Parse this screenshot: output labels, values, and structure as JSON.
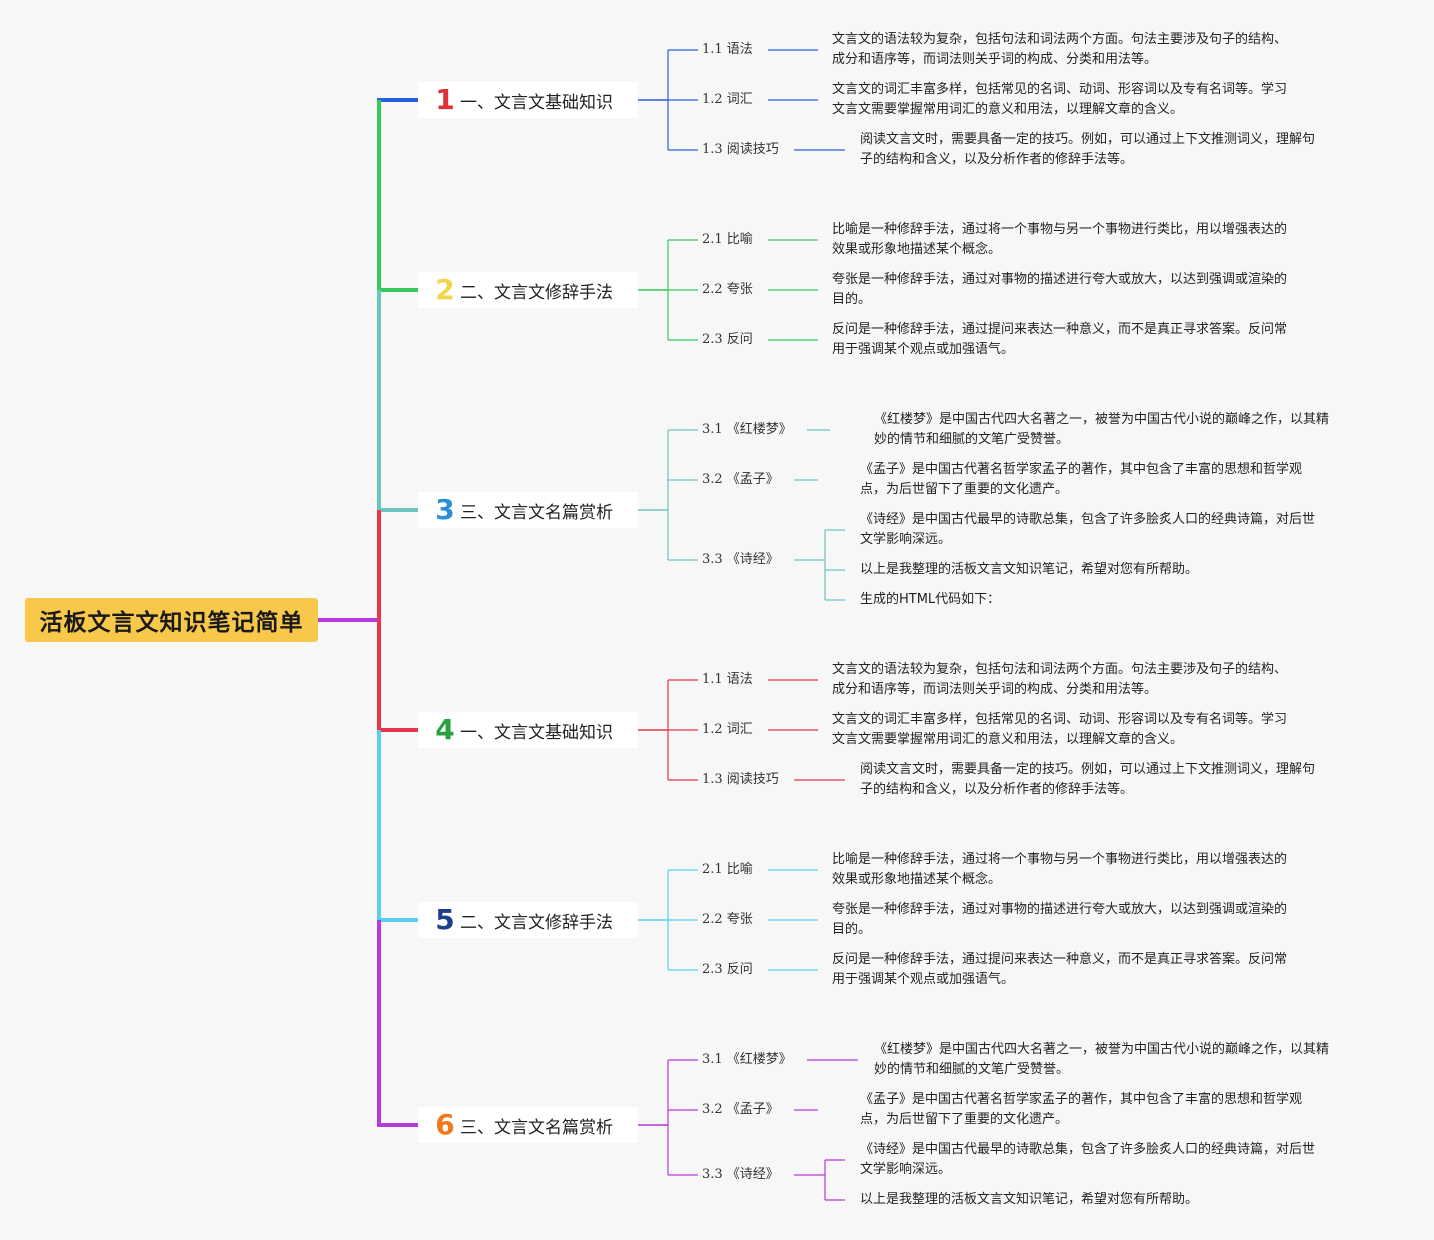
{
  "root": {
    "title": "活板文言文知识笔记简单"
  },
  "branches": [
    {
      "number": "1",
      "numColor": "#e0303a",
      "lineColor": "#2a5fdc",
      "label": "一、文言文基础知识",
      "items": [
        {
          "label": "1.1 语法",
          "desc": [
            "文言文的语法较为复杂，包括句法和词法两个方面。句法主要涉及句子的结构、",
            "成分和语序等，而词法则关乎词的构成、分类和用法等。"
          ]
        },
        {
          "label": "1.2 词汇",
          "desc": [
            "文言文的词汇丰富多样，包括常见的名词、动词、形容词以及专有名词等。学习",
            "文言文需要掌握常用词汇的意义和用法，以理解文章的含义。"
          ]
        },
        {
          "label": "1.3 阅读技巧",
          "desc": [
            "阅读文言文时，需要具备一定的技巧。例如，可以通过上下文推测词义，理解句",
            "子的结构和含义，以及分析作者的修辞手法等。"
          ]
        }
      ]
    },
    {
      "number": "2",
      "numColor": "#f2d54b",
      "lineColor": "#36c95a",
      "label": "二、文言文修辞手法",
      "items": [
        {
          "label": "2.1 比喻",
          "desc": [
            "比喻是一种修辞手法，通过将一个事物与另一个事物进行类比，用以增强表达的",
            "效果或形象地描述某个概念。"
          ]
        },
        {
          "label": "2.2 夸张",
          "desc": [
            "夸张是一种修辞手法，通过对事物的描述进行夸大或放大，以达到强调或渲染的",
            "目的。"
          ]
        },
        {
          "label": "2.3 反问",
          "desc": [
            "反问是一种修辞手法，通过提问来表达一种意义，而不是真正寻求答案。反问常",
            "用于强调某个观点或加强语气。"
          ]
        }
      ]
    },
    {
      "number": "3",
      "numColor": "#2b8fd6",
      "lineColor": "#6ec4c0",
      "label": "三、文言文名篇赏析",
      "items": [
        {
          "label": "3.1 《红楼梦》",
          "desc": [
            "《红楼梦》是中国古代四大名著之一，被誉为中国古代小说的巅峰之作，以其精",
            "妙的情节和细腻的文笔广受赞誉。"
          ]
        },
        {
          "label": "3.2 《孟子》",
          "desc": [
            "《孟子》是中国古代著名哲学家孟子的著作，其中包含了丰富的思想和哲学观",
            "点，为后世留下了重要的文化遗产。"
          ]
        },
        {
          "label": "3.3 《诗经》",
          "children": [
            [
              "《诗经》是中国古代最早的诗歌总集，包含了许多脍炙人口的经典诗篇，对后世",
              "文学影响深远。"
            ],
            [
              "以上是我整理的活板文言文知识笔记，希望对您有所帮助。"
            ],
            [
              "生成的HTML代码如下："
            ]
          ]
        }
      ]
    },
    {
      "number": "4",
      "numColor": "#26a33c",
      "lineColor": "#e8344c",
      "label": "一、文言文基础知识",
      "items": [
        {
          "label": "1.1 语法",
          "desc": [
            "文言文的语法较为复杂，包括句法和词法两个方面。句法主要涉及句子的结构、",
            "成分和语序等，而词法则关乎词的构成、分类和用法等。"
          ]
        },
        {
          "label": "1.2 词汇",
          "desc": [
            "文言文的词汇丰富多样，包括常见的名词、动词、形容词以及专有名词等。学习",
            "文言文需要掌握常用词汇的意义和用法，以理解文章的含义。"
          ]
        },
        {
          "label": "1.3 阅读技巧",
          "desc": [
            "阅读文言文时，需要具备一定的技巧。例如，可以通过上下文推测词义，理解句",
            "子的结构和含义，以及分析作者的修辞手法等。"
          ]
        }
      ]
    },
    {
      "number": "5",
      "numColor": "#1f3f8a",
      "lineColor": "#56d0ee",
      "label": "二、文言文修辞手法",
      "items": [
        {
          "label": "2.1 比喻",
          "desc": [
            "比喻是一种修辞手法，通过将一个事物与另一个事物进行类比，用以增强表达的",
            "效果或形象地描述某个概念。"
          ]
        },
        {
          "label": "2.2 夸张",
          "desc": [
            "夸张是一种修辞手法，通过对事物的描述进行夸大或放大，以达到强调或渲染的",
            "目的。"
          ]
        },
        {
          "label": "2.3 反问",
          "desc": [
            "反问是一种修辞手法，通过提问来表达一种意义，而不是真正寻求答案。反问常",
            "用于强调某个观点或加强语气。"
          ]
        }
      ]
    },
    {
      "number": "6",
      "numColor": "#f07a1a",
      "lineColor": "#b83ad8",
      "label": "三、文言文名篇赏析",
      "items": [
        {
          "label": "3.1 《红楼梦》",
          "desc": [
            "《红楼梦》是中国古代四大名著之一，被誉为中国古代小说的巅峰之作，以其精",
            "妙的情节和细腻的文笔广受赞誉。"
          ]
        },
        {
          "label": "3.2 《孟子》",
          "desc": [
            "《孟子》是中国古代著名哲学家孟子的著作，其中包含了丰富的思想和哲学观",
            "点，为后世留下了重要的文化遗产。"
          ]
        },
        {
          "label": "3.3 《诗经》",
          "children": [
            [
              "《诗经》是中国古代最早的诗歌总集，包含了许多脍炙人口的经典诗篇，对后世",
              "文学影响深远。"
            ],
            [
              "以上是我整理的活板文言文知识笔记，希望对您有所帮助。"
            ]
          ]
        }
      ]
    }
  ]
}
